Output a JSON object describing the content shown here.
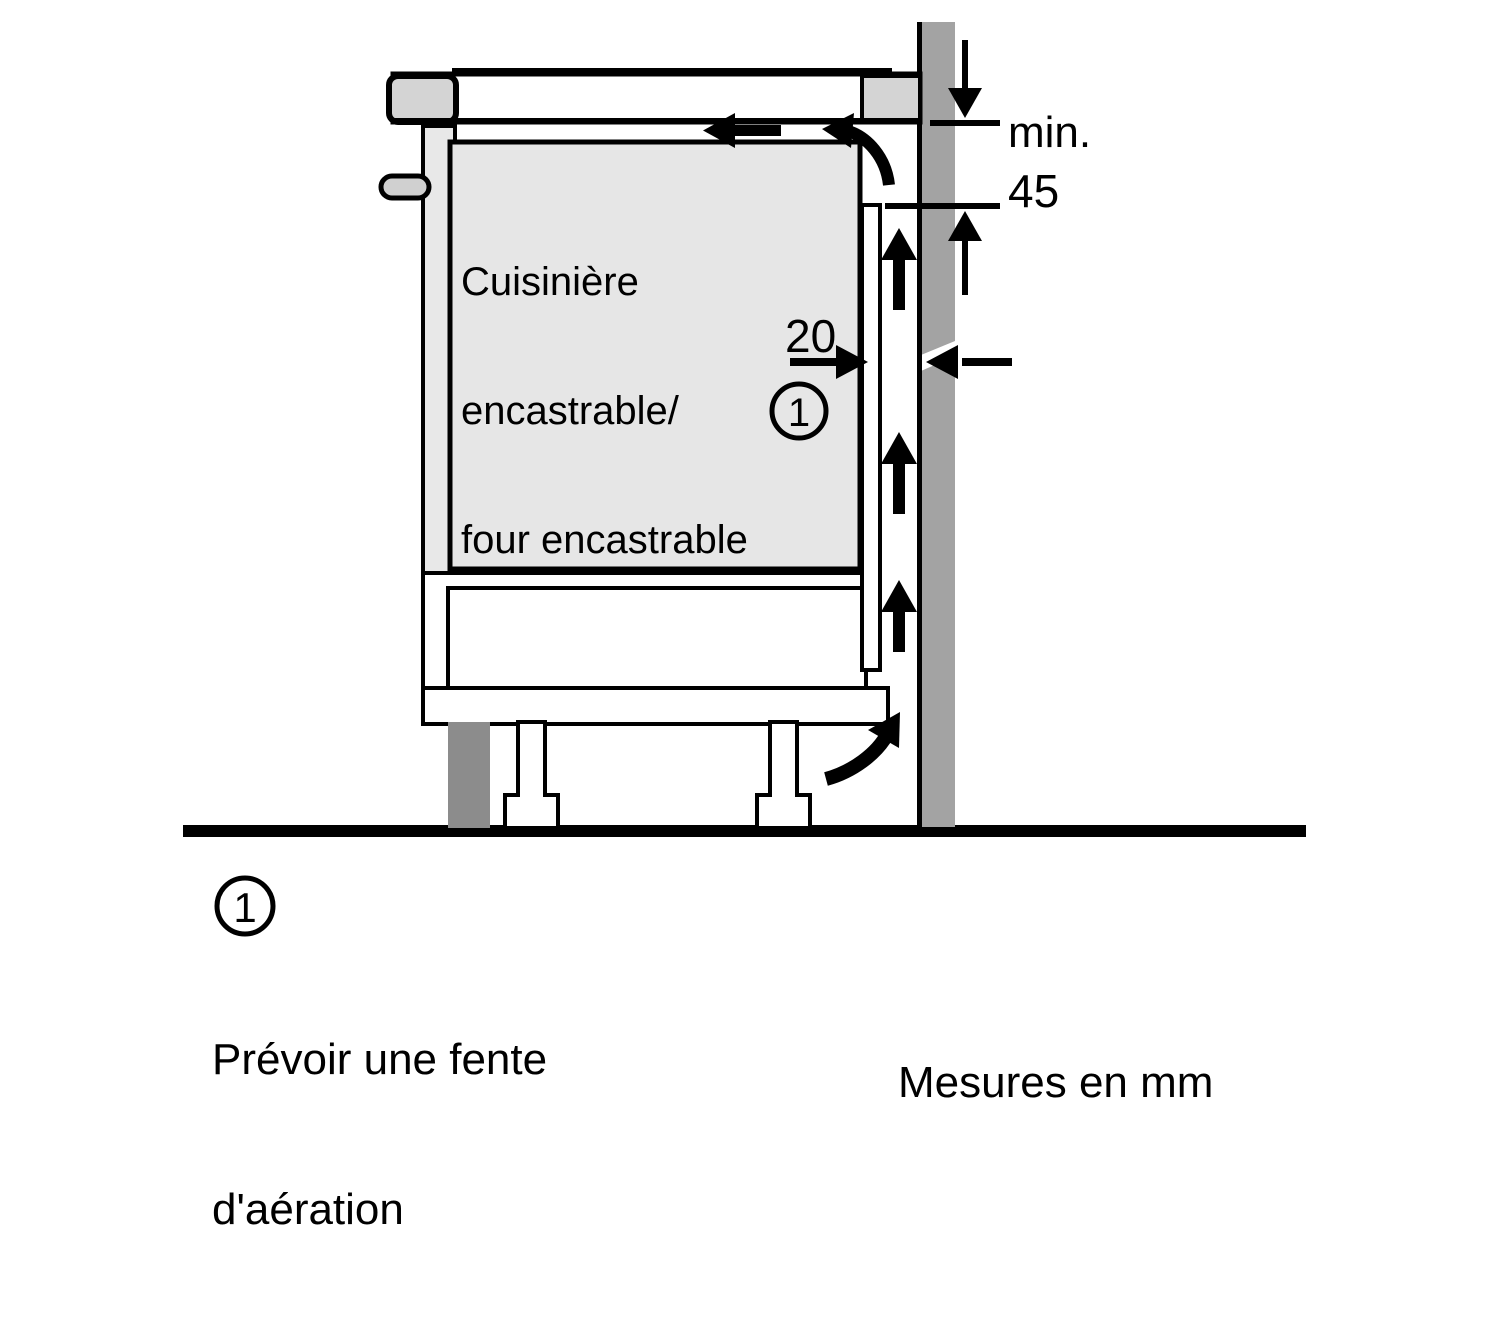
{
  "diagram": {
    "title_text": "Cuisinière encastrable/ four encastrable",
    "oven_label_lines": [
      "Cuisinière",
      "encastrable/",
      "four encastrable"
    ],
    "dimensions": {
      "min_label": "min.",
      "min_value": "45",
      "gap_value": "20"
    },
    "callouts": {
      "marker_1": "1",
      "marker_1_oven": "1",
      "note_line_1": "Prévoir une fente",
      "note_line_2": "d'aération"
    },
    "footer": {
      "units_note": "Mesures en mm"
    },
    "colors": {
      "stroke": "#000000",
      "background": "#ffffff",
      "wall_fill": "#a3a3a3",
      "counter_block_fill": "#d4d4d4",
      "oven_panel_fill": "#e6e6e6",
      "plinth_fill": "#8c8c8c",
      "side_panel_fill": "#e8e8e8",
      "handle_fill": "#d0d0d0"
    },
    "arrows": {
      "airflow_up_count": 3,
      "airflow_top_horizontal": "left",
      "airflow_top_curve": "up-left",
      "airflow_bottom_curve": "up-right"
    }
  }
}
